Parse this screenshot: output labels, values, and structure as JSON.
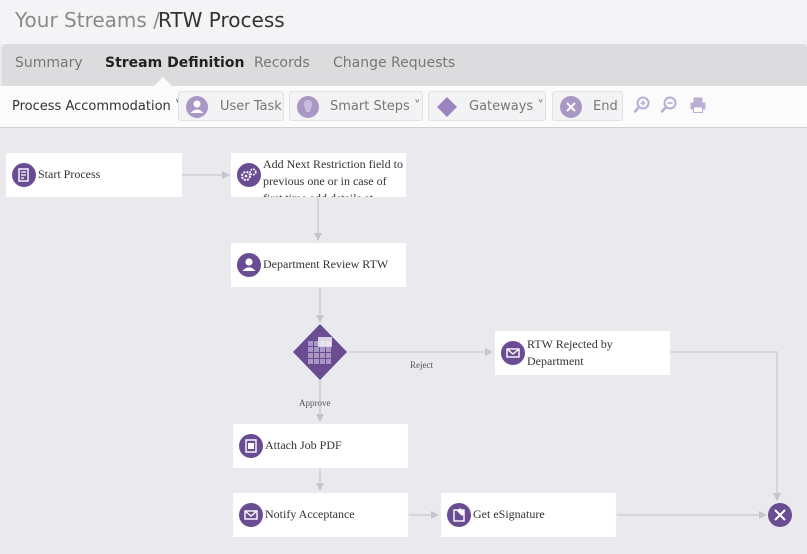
{
  "header": {
    "breadcrumb": "Your Streams /",
    "title": "RTW Process"
  },
  "tabs": [
    {
      "label": "Summary"
    },
    {
      "label": "Stream Definition"
    },
    {
      "label": "Records"
    },
    {
      "label": "Change Requests"
    }
  ],
  "toolbar": {
    "process_select": "Process Accommodation ˅",
    "user_task": "User Task",
    "smart_steps": "Smart Steps ˅",
    "gateways": "Gateways ˅",
    "end": "End"
  },
  "flow": {
    "start": "Start Process",
    "add_restriction": "Add Next Restriction field to previous one or in case of first time add details at",
    "dept_review": "Department Review RTW",
    "rejected": "RTW Rejected by Department",
    "attach_pdf": "Attach Job PDF",
    "notify": "Notify Acceptance",
    "esignature": "Get eSignature",
    "reject_label": "Reject",
    "approve_label": "Approve"
  },
  "colors": {
    "accent": "#6a4c93",
    "icon_muted": "#a998c4"
  }
}
